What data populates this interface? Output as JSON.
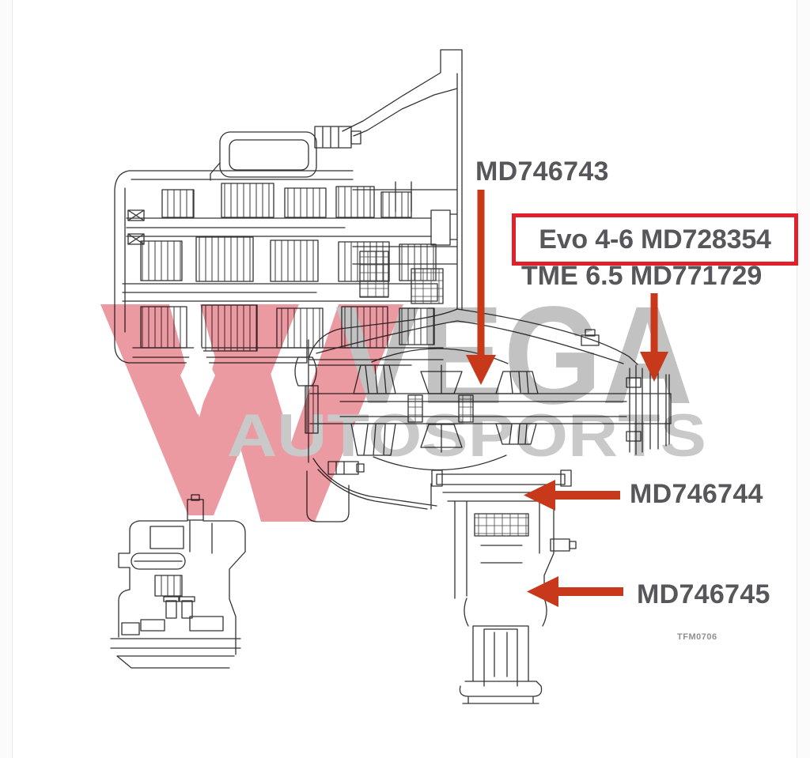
{
  "artwork": {
    "kind": "transmission-cutaway-parts-diagram",
    "description": "Cross-section line drawing of a Mitsubishi gearbox / transfer case with part number callouts"
  },
  "part_labels": {
    "label_top": "MD746743",
    "label_boxed": "Evo 4-6 MD728354",
    "label_tme": "TME 6.5 MD771729",
    "label_mid": "MD746744",
    "label_bottom": "MD746745",
    "drawing_ref": "TFM0706"
  },
  "watermark": {
    "brand": "VEGA",
    "brand_sub": "AUTOSPORTS",
    "logo": "double-v-logo",
    "logo_color": "#eb9aa2",
    "text_color": "#c3c3c3"
  },
  "colors": {
    "arrow_red": "#c8391b",
    "highlight_box_red": "#e0202a",
    "label_gray": "#57575b",
    "line_color": "#333333",
    "page_background": "#ffffff"
  }
}
